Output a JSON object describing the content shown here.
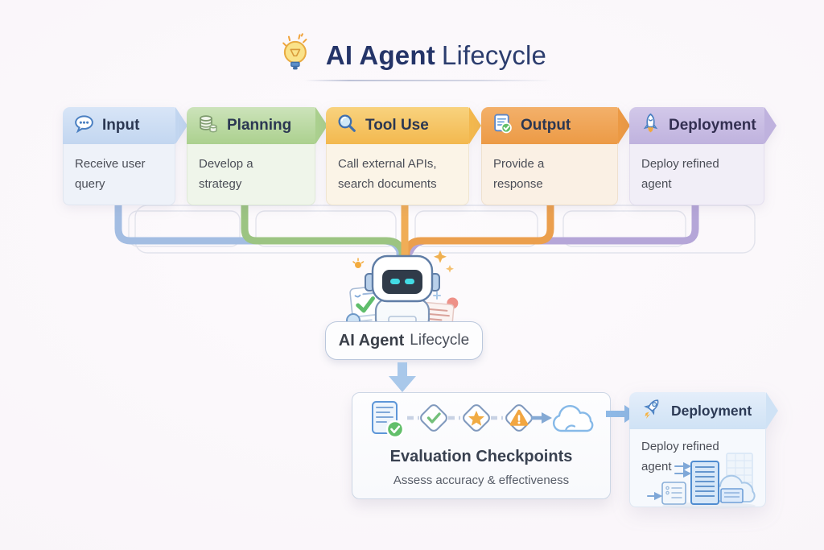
{
  "title": {
    "bold": "AI Agent",
    "regular": "Lifecycle"
  },
  "stages": [
    {
      "id": "input",
      "label": "Input",
      "icon": "speech-bubble-icon",
      "description": "Receive user query",
      "header_color": "#c2d6f0",
      "connector_color": "#a3bde2"
    },
    {
      "id": "planning",
      "label": "Planning",
      "icon": "database-icon",
      "description": "Develop a strategy",
      "header_color": "#abd08e",
      "connector_color": "#9cc482"
    },
    {
      "id": "tool-use",
      "label": "Tool Use",
      "icon": "magnifier-icon",
      "description": "Call external APIs, search documents",
      "header_color": "#f3b84e",
      "connector_color": "#f0ad57"
    },
    {
      "id": "output",
      "label": "Output",
      "icon": "document-check-icon",
      "description": "Provide a response",
      "header_color": "#ec9a45",
      "connector_color": "#eb9f4d"
    },
    {
      "id": "deployment",
      "label": "Deployment",
      "icon": "rocket-icon",
      "description": "Deploy refined agent",
      "header_color": "#bfb2de",
      "connector_color": "#b5a6d8"
    }
  ],
  "agent_badge": {
    "bold": "AI Agent",
    "regular": "Lifecycle"
  },
  "evaluation": {
    "title": "Evaluation Checkpoints",
    "subtitle": "Assess accuracy & effectiveness",
    "icons": [
      "document-check",
      "diamond-check",
      "diamond-star",
      "diamond-warning",
      "arrow-right",
      "cloud"
    ]
  },
  "deployment_card": {
    "label": "Deployment",
    "icon": "rocket-icon",
    "description": "Deploy refined agent"
  }
}
